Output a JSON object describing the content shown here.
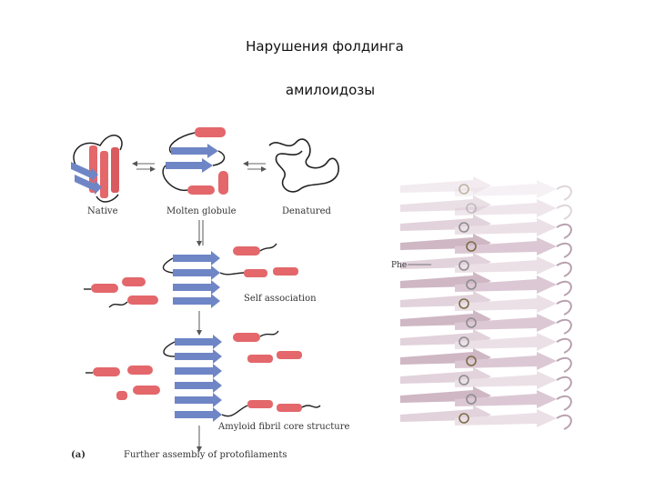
{
  "title": "Нарушения фолдинга",
  "subtitle": "амилоидозы",
  "panel_a": {
    "panel_label": "(a)",
    "states": [
      "Native",
      "Molten globule",
      "Denatured"
    ],
    "steps": [
      "Self association",
      "Amyloid fibril core structure",
      "Further assembly of protofilaments"
    ]
  },
  "panel_b": {
    "residue_label": "Phe"
  },
  "colors": {
    "strand": "#6f86c6",
    "helix": "#e3676b",
    "loop": "#222222",
    "fibril": "#d8c3cf"
  }
}
